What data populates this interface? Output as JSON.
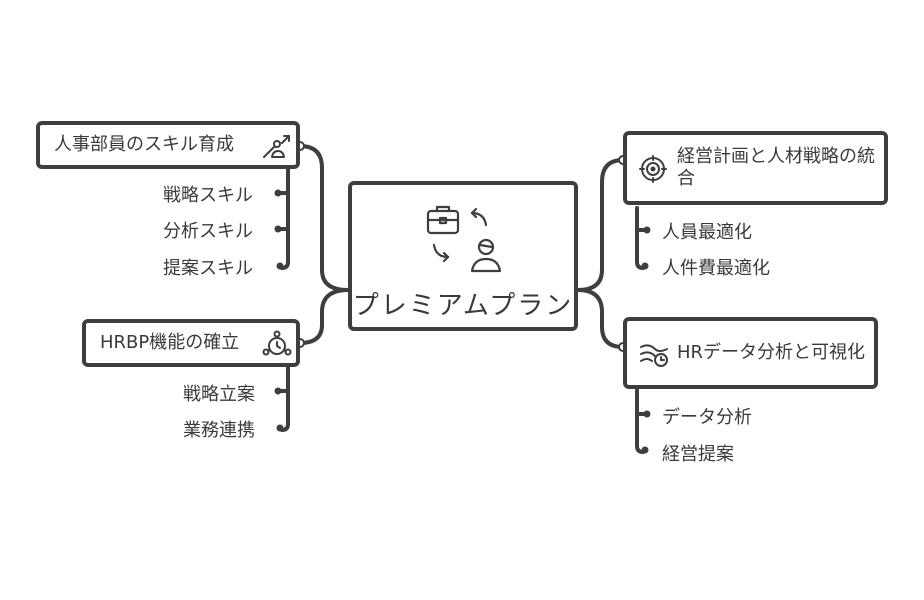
{
  "central": {
    "title": "プレミアムプラン",
    "icon": "business-people-exchange-icon"
  },
  "branches": [
    {
      "title": "人事部員のスキル育成",
      "icon": "growth-chart-person-icon",
      "children": [
        "戦略スキル",
        "分析スキル",
        "提案スキル"
      ]
    },
    {
      "title": "HRBP機能の確立",
      "icon": "network-gear-icon",
      "children": [
        "戦略立案",
        "業務連携"
      ]
    },
    {
      "title": "経営計画と人材戦略の統合",
      "icon": "target-icon",
      "children": [
        "人員最適化",
        "人件費最適化"
      ]
    },
    {
      "title": "HRデータ分析と可視化",
      "icon": "data-flow-clock-icon",
      "children": [
        "データ分析",
        "経営提案"
      ]
    }
  ]
}
